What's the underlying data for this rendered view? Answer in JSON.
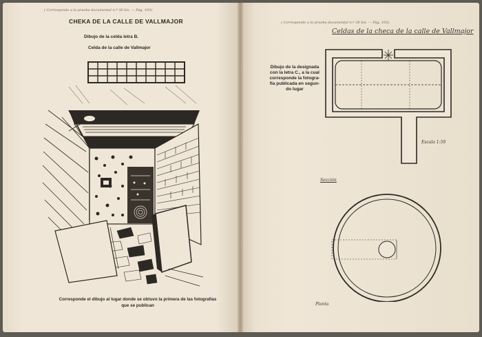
{
  "left_page": {
    "header_note": "( Corresponde a la prueba documental n.º 38 bis. — Pág. 103)",
    "title": "CHEKA DE LA CALLE DE VALLMAJOR",
    "caption_1": "Dibujo de la celda letra B.",
    "caption_2": "Celda de la calle de Vallmajor",
    "bottom_caption_line1": "Corresponde el dibujo al lugar donde se obtuvo la primera de las fotografías",
    "bottom_caption_line2": "que se publican"
  },
  "right_page": {
    "header_note": "( Corresponde a la prueba documental n.º 38 bis. — Pág. 103)",
    "handwritten_title": "Celdas de la checa de la calle de Vallmajor",
    "note_lines": [
      "Dibujo de la designada",
      "con la letra C., a la cual",
      "corresponde la fotogra-",
      "fía publicada en segun-",
      "do lugar"
    ],
    "scale_label": "Escala 1:50",
    "section_label": "Sección",
    "plan_label": "Planta"
  },
  "colors": {
    "paper": "#efe6d7",
    "ink": "#2c2823",
    "background": "#5e5a54"
  }
}
